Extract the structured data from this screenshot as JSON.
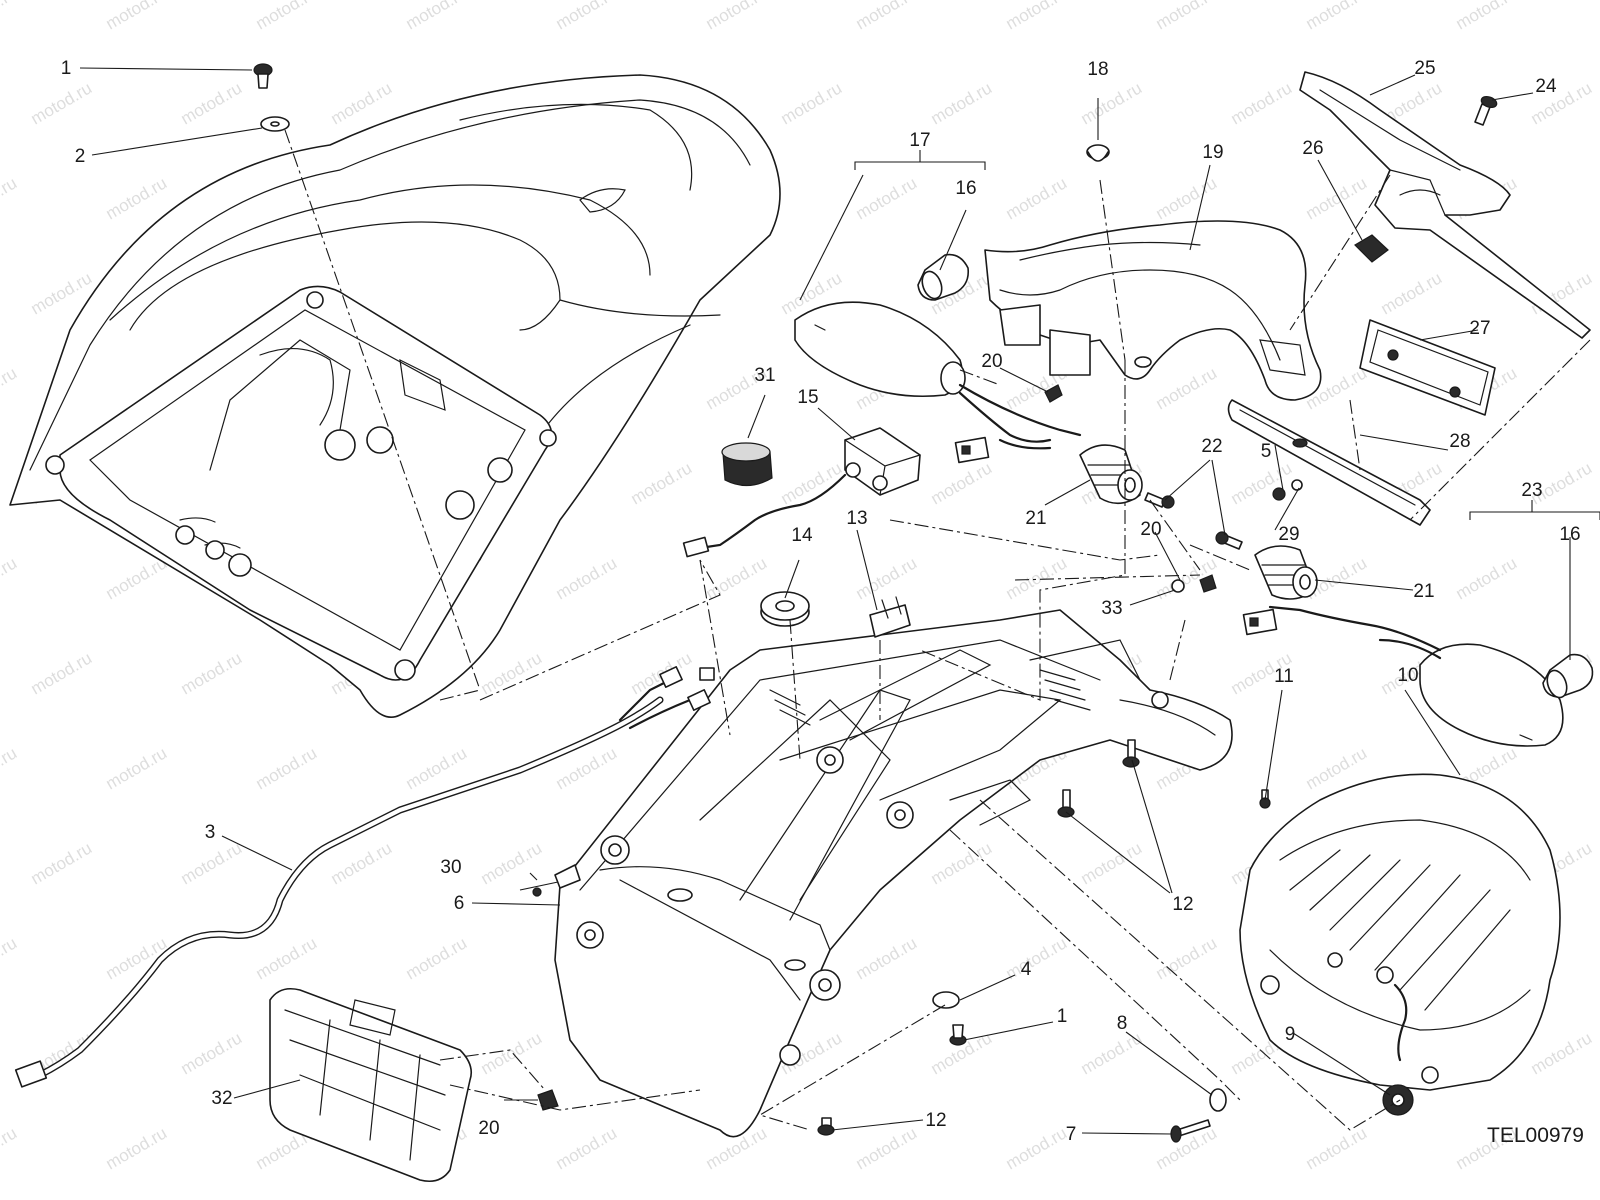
{
  "diagram": {
    "code": "TEL00979",
    "watermark": "motod.ru",
    "callouts": [
      {
        "id": "c1a",
        "text": "1"
      },
      {
        "id": "c2",
        "text": "2"
      },
      {
        "id": "c3",
        "text": "3"
      },
      {
        "id": "c4",
        "text": "4"
      },
      {
        "id": "c1b",
        "text": "1"
      },
      {
        "id": "c5",
        "text": "5"
      },
      {
        "id": "c6",
        "text": "6"
      },
      {
        "id": "c7",
        "text": "7"
      },
      {
        "id": "c8",
        "text": "8"
      },
      {
        "id": "c9",
        "text": "9"
      },
      {
        "id": "c10",
        "text": "10"
      },
      {
        "id": "c11",
        "text": "11"
      },
      {
        "id": "c12a",
        "text": "12"
      },
      {
        "id": "c12b",
        "text": "12"
      },
      {
        "id": "c13",
        "text": "13"
      },
      {
        "id": "c14",
        "text": "14"
      },
      {
        "id": "c15",
        "text": "15"
      },
      {
        "id": "c16a",
        "text": "16"
      },
      {
        "id": "c16b",
        "text": "16"
      },
      {
        "id": "c17",
        "text": "17"
      },
      {
        "id": "c18",
        "text": "18"
      },
      {
        "id": "c19",
        "text": "19"
      },
      {
        "id": "c20a",
        "text": "20"
      },
      {
        "id": "c20b",
        "text": "20"
      },
      {
        "id": "c20c",
        "text": "20"
      },
      {
        "id": "c21a",
        "text": "21"
      },
      {
        "id": "c21b",
        "text": "21"
      },
      {
        "id": "c22",
        "text": "22"
      },
      {
        "id": "c23",
        "text": "23"
      },
      {
        "id": "c24",
        "text": "24"
      },
      {
        "id": "c25",
        "text": "25"
      },
      {
        "id": "c26",
        "text": "26"
      },
      {
        "id": "c27",
        "text": "27"
      },
      {
        "id": "c28",
        "text": "28"
      },
      {
        "id": "c29",
        "text": "29"
      },
      {
        "id": "c30",
        "text": "30"
      },
      {
        "id": "c31",
        "text": "31"
      },
      {
        "id": "c32",
        "text": "32"
      },
      {
        "id": "c33",
        "text": "33"
      }
    ]
  }
}
